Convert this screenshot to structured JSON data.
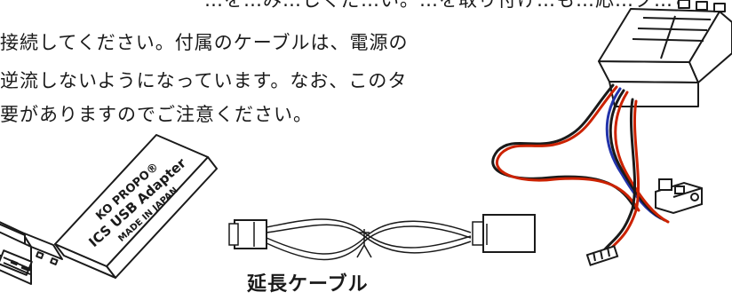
{
  "text": {
    "line0": "…を…み…しくだ…い。…を取り付け…も…応…ク…と",
    "line1": "接続してください。付属のケーブルは、電源の",
    "line2": "逆流しないようになっています。なお、このタ",
    "line3": "要がありますのでご注意ください。"
  },
  "usb_adapter": {
    "brand": "KO PROPO®",
    "model": "ICS USB Adapter",
    "origin": "MADE IN JAPAN"
  },
  "caption": "延長ケーブル"
}
